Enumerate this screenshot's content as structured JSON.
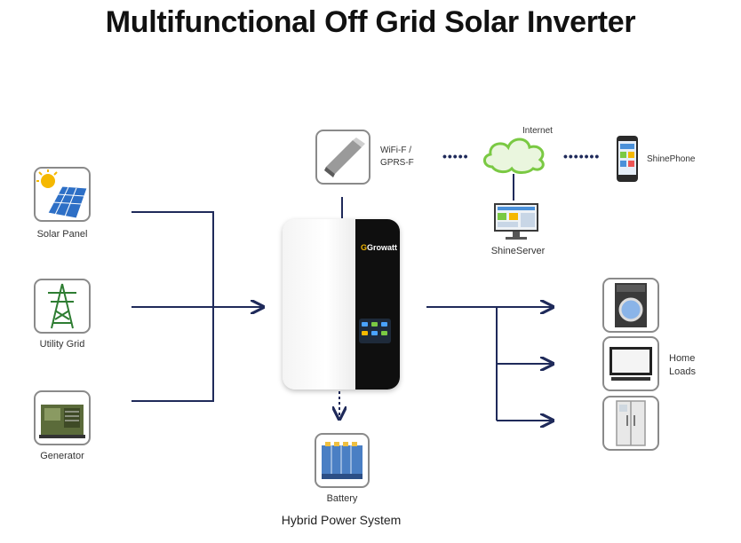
{
  "title": "Multifunctional Off Grid Solar Inverter",
  "sources": [
    {
      "label": "Solar Panel",
      "icon": "solar-panel-icon"
    },
    {
      "label": "Utility Grid",
      "icon": "utility-grid-tower-icon"
    },
    {
      "label": "Generator",
      "icon": "generator-icon"
    }
  ],
  "inverter": {
    "brand": "Growatt"
  },
  "wifi": {
    "label_line1": "WiFi-F /",
    "label_line2": "GPRS-F",
    "icon": "wifi-dongle-icon"
  },
  "internet": {
    "label": "Internet",
    "icon": "cloud-icon"
  },
  "shinephone": {
    "label": "ShinePhone",
    "icon": "smartphone-icon"
  },
  "shineserver": {
    "label": "ShineServer",
    "icon": "monitor-icon"
  },
  "battery": {
    "label": "Battery",
    "icon": "battery-icon"
  },
  "home_loads": {
    "label_line1": "Home",
    "label_line2": "Loads",
    "icons": [
      "washing-machine-icon",
      "television-icon",
      "refrigerator-icon"
    ]
  },
  "caption": "Hybrid Power System",
  "colors": {
    "line": "#1f2a5a",
    "box_border": "#8a8a8a",
    "inverter_dark": "#0f0f0f",
    "cloud": "#7ac943"
  }
}
